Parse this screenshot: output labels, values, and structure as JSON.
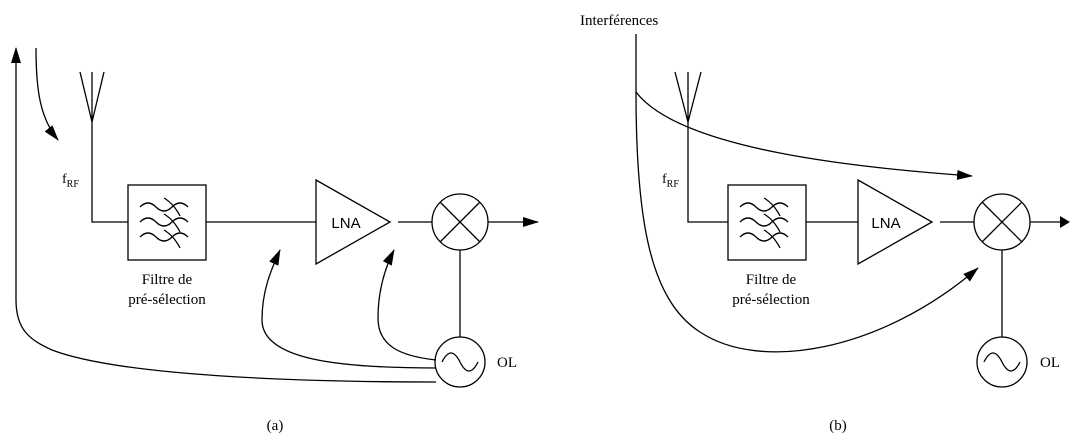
{
  "panel_a": {
    "caption": "(a)",
    "signal_label": "f",
    "signal_sub": "RF",
    "filter_label_line1": "Filtre de",
    "filter_label_line2": "pré-sélection",
    "amp_label": "LNA",
    "osc_label": "OL"
  },
  "panel_b": {
    "caption": "(b)",
    "interference_label": "Interférences",
    "signal_label": "f",
    "signal_sub": "RF",
    "filter_label_line1": "Filtre de",
    "filter_label_line2": "pré-sélection",
    "amp_label": "LNA",
    "osc_label": "OL"
  }
}
